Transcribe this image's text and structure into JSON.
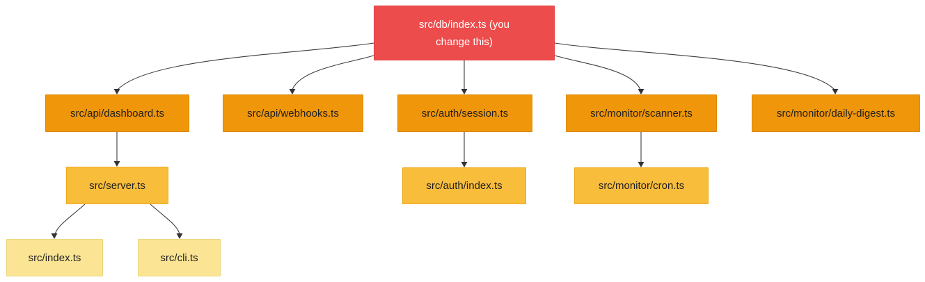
{
  "diagram": {
    "type": "dependency-graph",
    "background": "#ffffff",
    "edge_color": "#3d3d3d",
    "arrowhead_color": "#333333",
    "nodes": [
      {
        "id": "db",
        "label": "src/db/index.ts (you change this)",
        "fill": "#ed4c4c",
        "border": "#e23f3f",
        "text_color": "#ffffff",
        "level": 0
      },
      {
        "id": "dashboard",
        "label": "src/api/dashboard.ts",
        "fill": "#f0960a",
        "border": "#da8800",
        "text_color": "#1f1f1f",
        "level": 1
      },
      {
        "id": "webhooks",
        "label": "src/api/webhooks.ts",
        "fill": "#f0960a",
        "border": "#da8800",
        "text_color": "#1f1f1f",
        "level": 1
      },
      {
        "id": "session",
        "label": "src/auth/session.ts",
        "fill": "#f0960a",
        "border": "#da8800",
        "text_color": "#1f1f1f",
        "level": 1
      },
      {
        "id": "scanner",
        "label": "src/monitor/scanner.ts",
        "fill": "#f0960a",
        "border": "#da8800",
        "text_color": "#1f1f1f",
        "level": 1
      },
      {
        "id": "daily",
        "label": "src/monitor/daily-digest.ts",
        "fill": "#f0960a",
        "border": "#da8800",
        "text_color": "#1f1f1f",
        "level": 1
      },
      {
        "id": "server",
        "label": "src/server.ts",
        "fill": "#f9bd3c",
        "border": "#eba81c",
        "text_color": "#1f1f1f",
        "level": 2
      },
      {
        "id": "authindex",
        "label": "src/auth/index.ts",
        "fill": "#f9bd3c",
        "border": "#eba81c",
        "text_color": "#1f1f1f",
        "level": 2
      },
      {
        "id": "cron",
        "label": "src/monitor/cron.ts",
        "fill": "#f9bd3c",
        "border": "#eba81c",
        "text_color": "#1f1f1f",
        "level": 2
      },
      {
        "id": "index",
        "label": "src/index.ts",
        "fill": "#fbe594",
        "border": "#ecd67c",
        "text_color": "#1f1f1f",
        "level": 3
      },
      {
        "id": "cli",
        "label": "src/cli.ts",
        "fill": "#fbe594",
        "border": "#ecd67c",
        "text_color": "#1f1f1f",
        "level": 3
      }
    ],
    "edges": [
      {
        "from": "db",
        "to": "dashboard"
      },
      {
        "from": "db",
        "to": "webhooks"
      },
      {
        "from": "db",
        "to": "session"
      },
      {
        "from": "db",
        "to": "scanner"
      },
      {
        "from": "db",
        "to": "daily"
      },
      {
        "from": "dashboard",
        "to": "server"
      },
      {
        "from": "session",
        "to": "authindex"
      },
      {
        "from": "scanner",
        "to": "cron"
      },
      {
        "from": "server",
        "to": "index"
      },
      {
        "from": "server",
        "to": "cli"
      }
    ]
  }
}
